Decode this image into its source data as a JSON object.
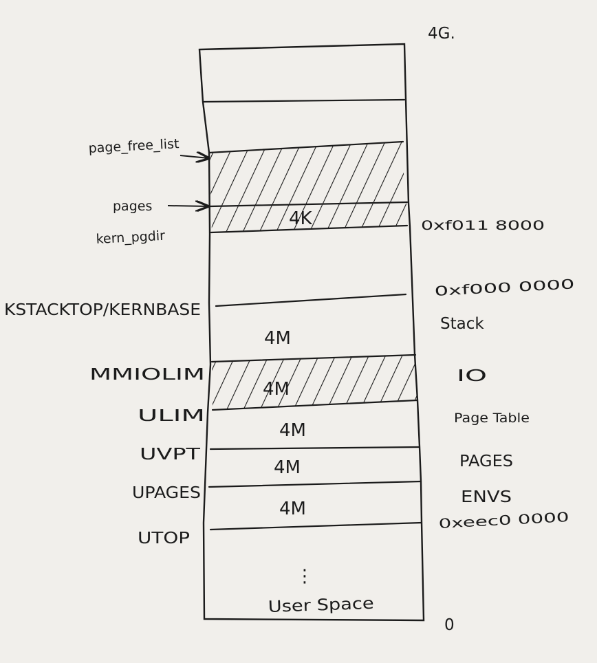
{
  "diagram": {
    "top_label": "4G.",
    "bottom_label": "0",
    "left_labels": {
      "page_free_list": "page_free_list",
      "pages": "pages",
      "kern_pgdir": "kern_pgdir",
      "kstacktop": "KSTACKTOP/KERNBASE",
      "mmiolim": "MMIOLIM",
      "ulim": "ULIM",
      "uvpt": "UVPT",
      "upages": "UPAGES",
      "utop": "UTOP"
    },
    "right_labels": {
      "addr_kern_pgdir": "0xf011 8000",
      "addr_kernbase": "0xf000 0000",
      "stack": "Stack",
      "io": "IO",
      "page_table": "Page Table",
      "pages_region": "PAGES",
      "envs": "ENVS",
      "addr_utop": "0xeec0 0000"
    },
    "region_labels": {
      "kern_pgdir_size": "4K",
      "stack_size": "4M",
      "io_size": "4M",
      "page_table_size": "4M",
      "pages_size": "4M",
      "envs_size": "4M",
      "user_space": "User Space",
      "ellipsis": "⋮"
    },
    "ink_color": "#1b1b1b",
    "paper_color": "#f1efeb"
  }
}
